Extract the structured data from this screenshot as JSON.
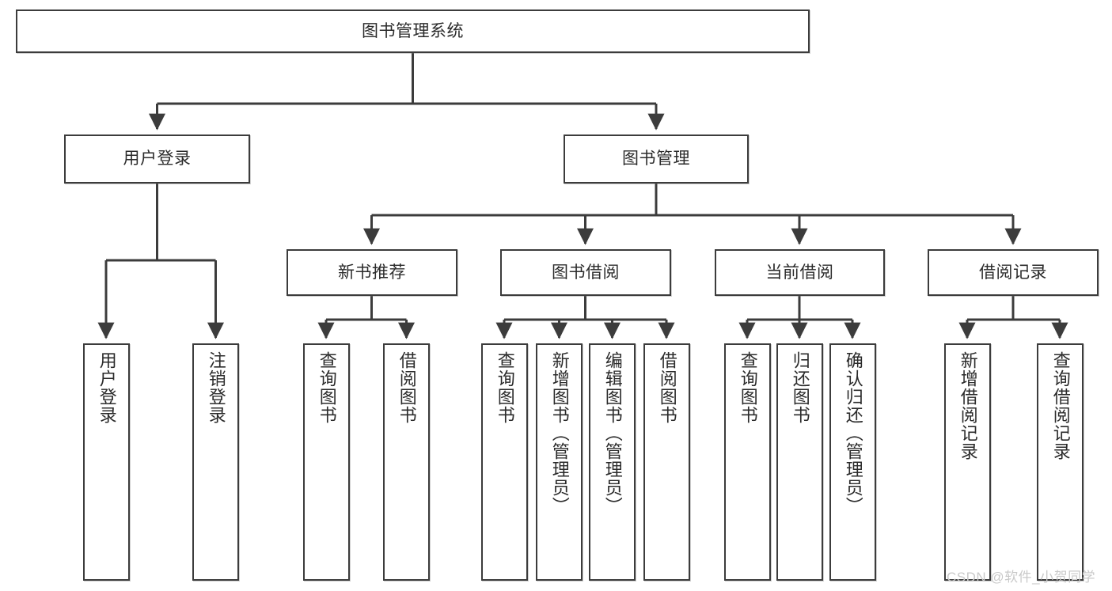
{
  "diagram": {
    "title_node": "图书管理系统",
    "type": "hierarchy-tree",
    "levels": 4,
    "colors": {
      "box_border": "#3c3c3c",
      "box_fill": "#ffffff",
      "connector": "#3c3c3c",
      "text": "#2b2b2b",
      "watermark": "#c9c9c9",
      "background": "#ffffff"
    },
    "nodes": {
      "root": {
        "label": "图书管理系统"
      },
      "level2": [
        {
          "id": "user-login",
          "label": "用户登录"
        },
        {
          "id": "book-management",
          "label": "图书管理"
        }
      ],
      "level3": [
        {
          "id": "new-book-recommend",
          "label": "新书推荐"
        },
        {
          "id": "book-borrow",
          "label": "图书借阅"
        },
        {
          "id": "current-borrow",
          "label": "当前借阅"
        },
        {
          "id": "borrow-record",
          "label": "借阅记录"
        }
      ],
      "leaves": {
        "user-login": [
          {
            "id": "leaf-user-login",
            "label": "用户登录"
          },
          {
            "id": "leaf-logout-login",
            "label": "注销登录"
          }
        ],
        "new-book-recommend": [
          {
            "id": "leaf-query-book-1",
            "label": "查询图书"
          },
          {
            "id": "leaf-borrow-book-1",
            "label": "借阅图书"
          }
        ],
        "book-borrow": [
          {
            "id": "leaf-query-book-2",
            "label": "查询图书"
          },
          {
            "id": "leaf-add-book",
            "label": "新增图书（管理员）"
          },
          {
            "id": "leaf-edit-book",
            "label": "编辑图书（管理员）"
          },
          {
            "id": "leaf-borrow-book-2",
            "label": "借阅图书"
          }
        ],
        "current-borrow": [
          {
            "id": "leaf-query-book-3",
            "label": "查询图书"
          },
          {
            "id": "leaf-return-book",
            "label": "归还图书"
          },
          {
            "id": "leaf-confirm-return",
            "label": "确认归还（管理员）"
          }
        ],
        "borrow-record": [
          {
            "id": "leaf-add-record",
            "label": "新增借阅记录"
          },
          {
            "id": "leaf-query-record",
            "label": "查询借阅记录"
          }
        ]
      }
    },
    "watermark": "CSDN @软件_小贺同学"
  }
}
